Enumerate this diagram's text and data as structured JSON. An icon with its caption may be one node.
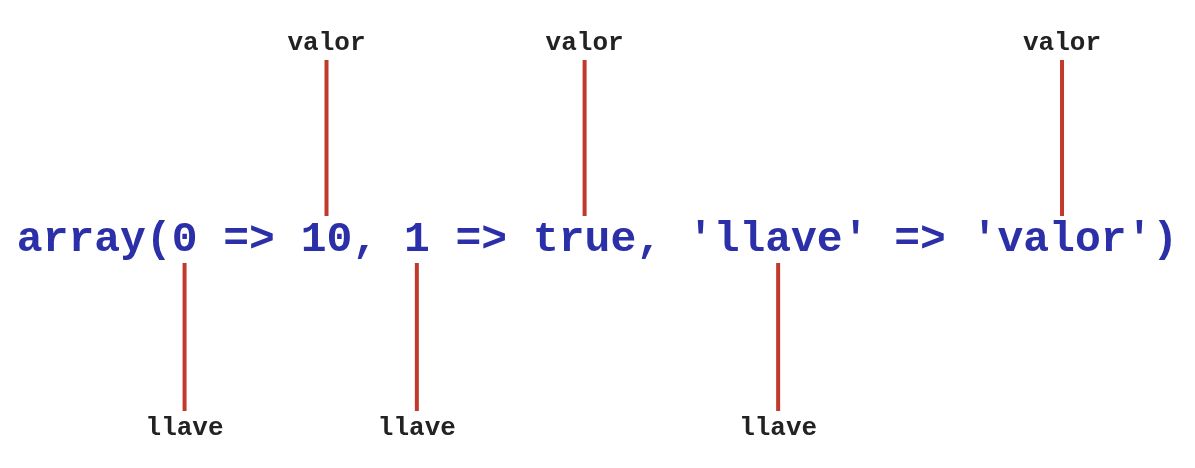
{
  "diagram": {
    "nodes": [
      {
        "text": [
          "valor"
        ]
      },
      {
        "text": [
          "valor"
        ]
      },
      {
        "text": [
          "valor"
        ]
      },
      {
        "text": [
          "0"
        ]
      },
      {
        "text": [
          "10"
        ]
      },
      {
        "text": [
          "1"
        ]
      },
      {
        "text": [
          "true"
        ]
      },
      {
        "text": [
          "'llave'"
        ]
      },
      {
        "text": [
          "'valor'"
        ]
      },
      {
        "text": [
          "llave"
        ]
      },
      {
        "text": [
          "llave"
        ]
      },
      {
        "text": [
          "llave"
        ]
      }
    ],
    "edges": [
      {
        "from": 0,
        "to": 4,
        "arrow": "none"
      },
      {
        "from": 1,
        "to": 6,
        "arrow": "none"
      },
      {
        "from": 2,
        "to": 8,
        "arrow": "none"
      },
      {
        "from": 9,
        "to": 3,
        "arrow": "none"
      },
      {
        "from": 10,
        "to": 5,
        "arrow": "none"
      },
      {
        "from": 11,
        "to": 7,
        "arrow": "none"
      }
    ],
    "labels": [
      "array(",
      "=>",
      ",",
      "=>",
      ",",
      "=>",
      ")"
    ]
  }
}
